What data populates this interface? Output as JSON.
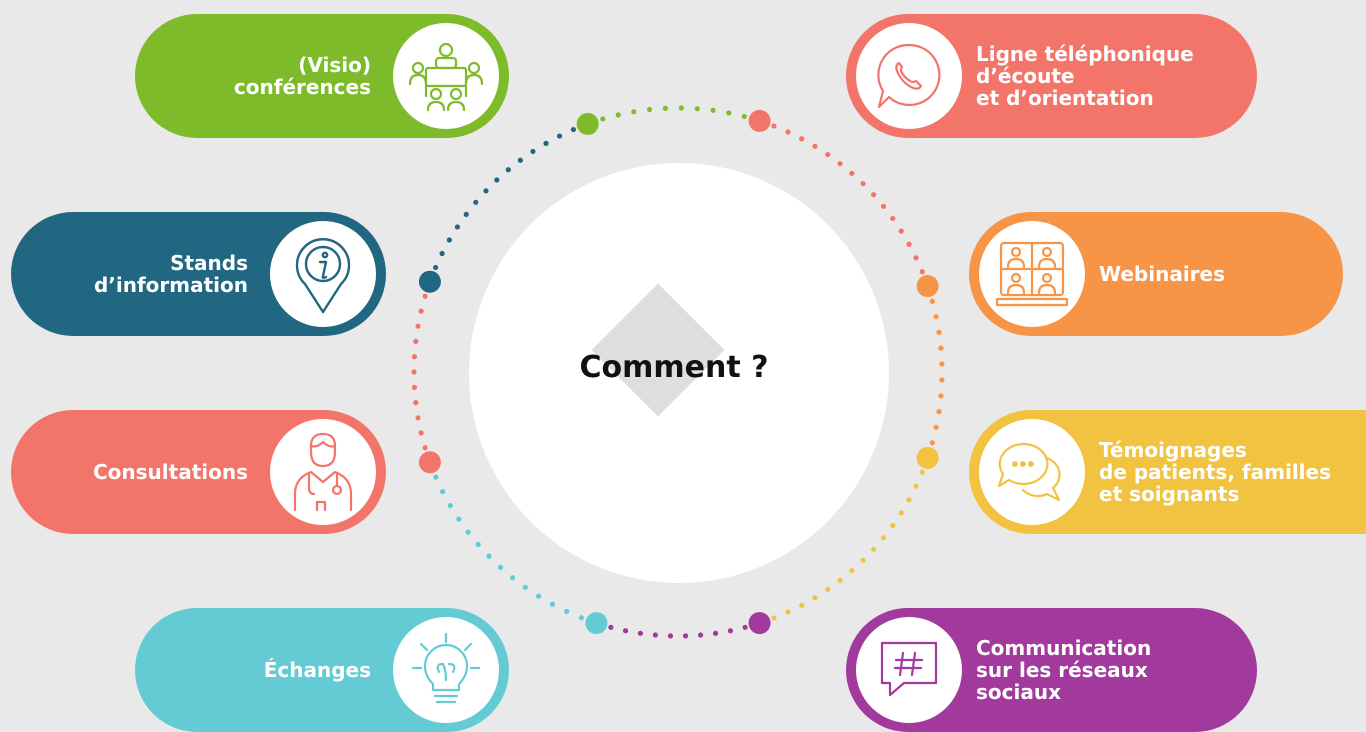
{
  "center": {
    "title": "Comment ?"
  },
  "items": {
    "visio": {
      "label": "(Visio)\nconférences",
      "color": "#7dbb2b",
      "icon": "meeting-table-icon"
    },
    "stands": {
      "label": "Stands\nd’information",
      "color": "#216782",
      "icon": "info-pin-icon"
    },
    "consultations": {
      "label": "Consultations",
      "color": "#f3756a",
      "icon": "doctor-icon"
    },
    "echanges": {
      "label": "Échanges",
      "color": "#64cbd4",
      "icon": "lightbulb-icon"
    },
    "ligne": {
      "label": "Ligne téléphonique\nd’écoute\net d’orientation",
      "color": "#f3756a",
      "icon": "phone-bubble-icon"
    },
    "webinaires": {
      "label": "Webinaires",
      "color": "#f79446",
      "icon": "video-grid-icon"
    },
    "temoignages": {
      "label": "Témoignages\nde patients, familles\net soignants",
      "color": "#f2c340",
      "icon": "chat-bubbles-icon"
    },
    "communication": {
      "label": "Communication\nsur les réseaux\nsociaux",
      "color": "#a2399c",
      "icon": "hashtag-bubble-icon"
    }
  }
}
